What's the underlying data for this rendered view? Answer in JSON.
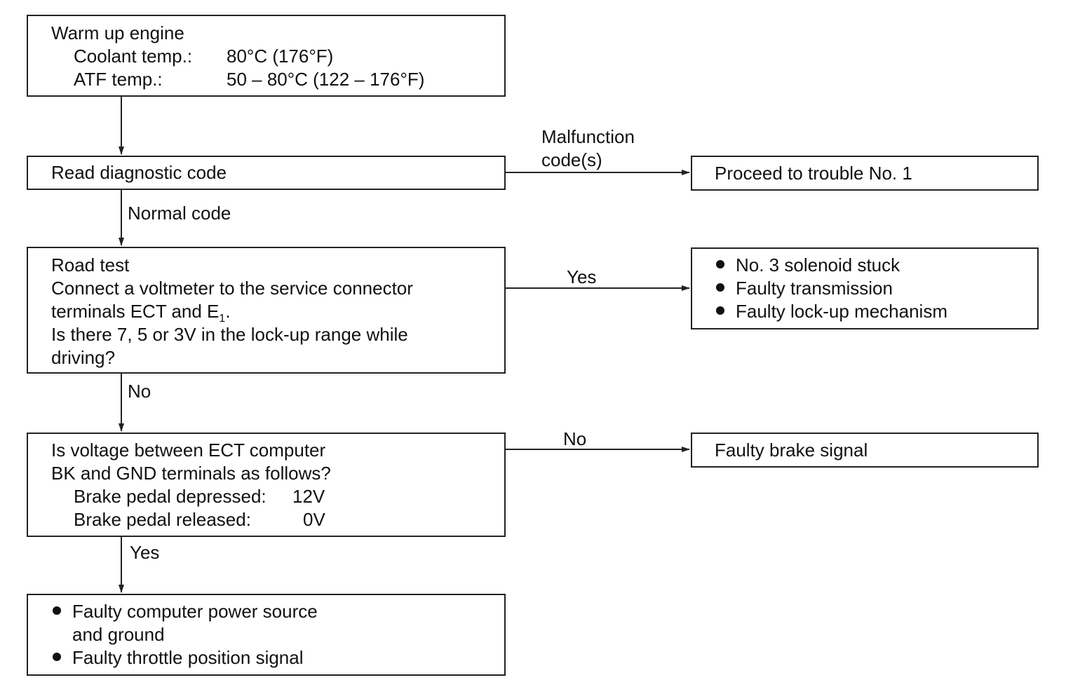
{
  "steps": {
    "warm_up": {
      "title": "Warm up engine",
      "coolant_label": "Coolant temp.:",
      "coolant_value": "80°C (176°F)",
      "atf_label": "ATF temp.:",
      "atf_value": "50 – 80°C (122 – 176°F)"
    },
    "read_code": {
      "text": "Read diagnostic code"
    },
    "road_test": {
      "line1": "Road test",
      "line2": "Connect a voltmeter to the service connector",
      "line3_pre": "terminals ECT and E",
      "line3_sub": "1",
      "line3_post": ".",
      "line4": "Is there 7, 5 or 3V in the lock-up range while",
      "line5": "driving?"
    },
    "voltage_check": {
      "line1": "Is voltage between ECT computer",
      "line2": "BK and GND terminals as follows?",
      "depressed_label": "Brake pedal depressed:",
      "depressed_value": "12V",
      "released_label": "Brake pedal released:",
      "released_value": "0V"
    },
    "final": {
      "item1_line1": "Faulty computer power source",
      "item1_line2": "and ground",
      "item2": "Faulty throttle position signal"
    }
  },
  "outcomes": {
    "trouble1": "Proceed to trouble No. 1",
    "solenoid": {
      "item1": "No. 3 solenoid stuck",
      "item2": "Faulty transmission",
      "item3": "Faulty lock-up mechanism"
    },
    "brake": "Faulty brake signal"
  },
  "labels": {
    "malfunction_line1": "Malfunction",
    "malfunction_line2": "code(s)",
    "normal_code": "Normal code",
    "yes_road": "Yes",
    "no_road": "No",
    "no_voltage": "No",
    "yes_voltage": "Yes"
  }
}
